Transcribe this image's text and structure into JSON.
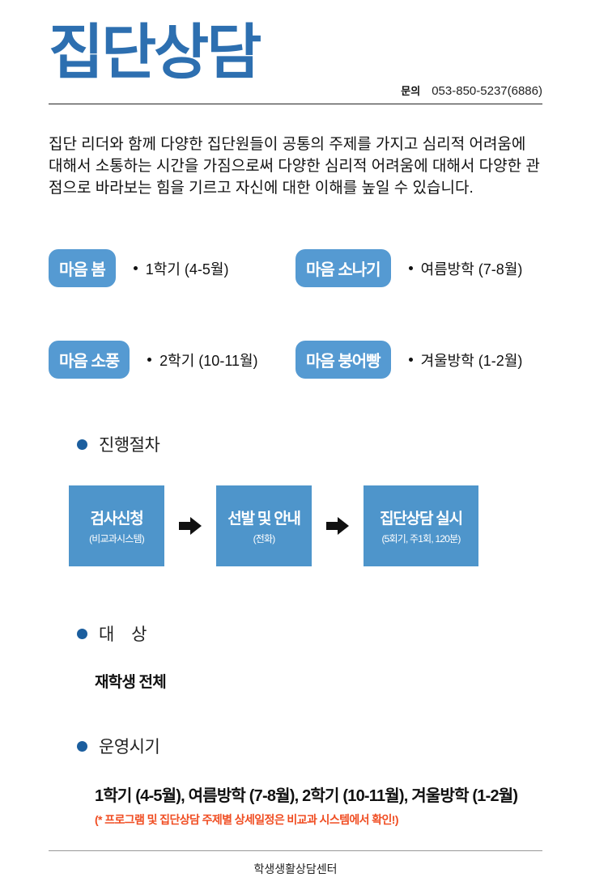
{
  "header": {
    "title": "집단상담",
    "contact_label": "문의",
    "contact_phone": "053-850-5237(6886)"
  },
  "intro": "집단 리더와 함께 다양한 집단원들이 공통의 주제를 가지고 심리적 어려움에 대해서 소통하는 시간을 가짐으로써 다양한 심리적 어려움에 대해서 다양한 관점으로 바라보는 힘을 기르고 자신에 대한 이해를 높일 수 있습니다.",
  "programs": [
    {
      "badge": "마음 봄",
      "period": "1학기 (4-5월)"
    },
    {
      "badge": "마음 소나기",
      "period": "여름방학 (7-8월)"
    },
    {
      "badge": "마음 소풍",
      "period": "2학기 (10-11월)"
    },
    {
      "badge": "마음 붕어빵",
      "period": "겨울방학 (1-2월)"
    }
  ],
  "procedure": {
    "heading": "진행절차",
    "steps": [
      {
        "title": "검사신청",
        "subtitle": "(비교과시스템)"
      },
      {
        "title": "선발 및 안내",
        "subtitle": "(전화)"
      },
      {
        "title": "집단상담 실시",
        "subtitle": "(5회기, 주1회, 120분)"
      }
    ]
  },
  "target": {
    "heading": "대    상",
    "value": "재학생 전체"
  },
  "schedule": {
    "heading": "운영시기",
    "value": "1학기 (4-5월), 여름방학 (7-8월), 2학기 (10-11월), 겨울방학 (1-2월)",
    "note": "(* 프로그램 및 집단상담 주제별 상세일정은 비교과 시스템에서 확인!)"
  },
  "footer": {
    "text": "학생생활상담센터"
  },
  "colors": {
    "title_blue": "#2d6fb0",
    "badge_blue": "#559ad2",
    "box_blue": "#4e95cb",
    "bullet_blue": "#1b5e9e",
    "note_red": "#f04e23"
  }
}
